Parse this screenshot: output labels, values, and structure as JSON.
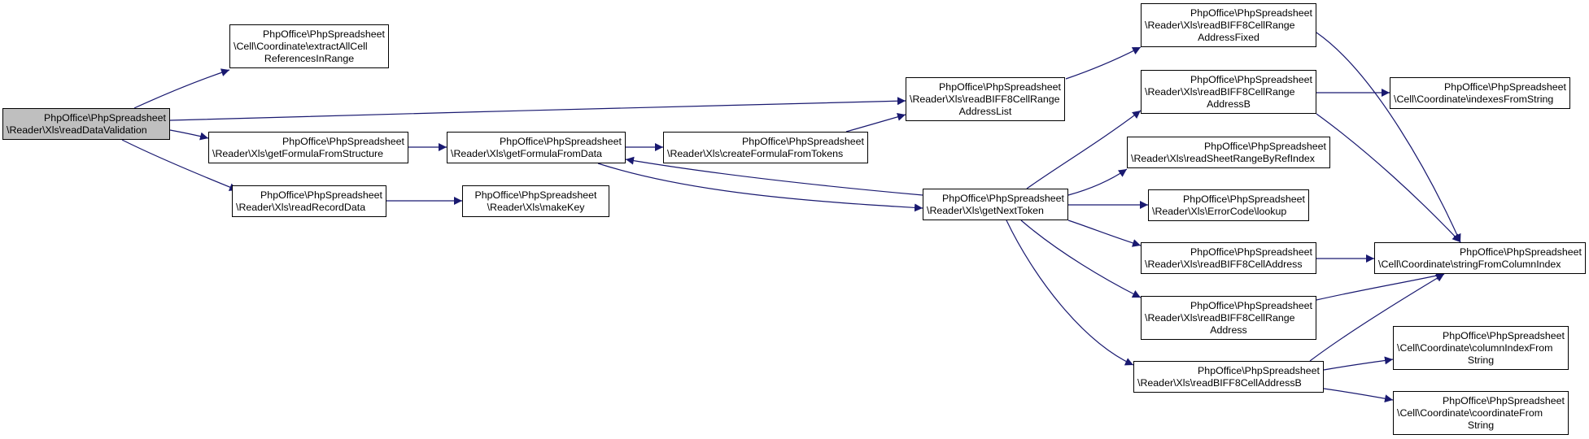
{
  "diagram": {
    "edge_color": "#191970",
    "nodes": [
      {
        "id": "readDataValidation",
        "root": true,
        "lines": [
          "PhpOffice\\PhpSpreadsheet",
          "\\Reader\\Xls\\readDataValidation"
        ]
      },
      {
        "id": "extractAllCellReferencesInRange",
        "lines": [
          "PhpOffice\\PhpSpreadsheet",
          "\\Cell\\Coordinate\\extractAllCell",
          "ReferencesInRange"
        ]
      },
      {
        "id": "getFormulaFromStructure",
        "lines": [
          "PhpOffice\\PhpSpreadsheet",
          "\\Reader\\Xls\\getFormulaFromStructure"
        ]
      },
      {
        "id": "readRecordData",
        "lines": [
          "PhpOffice\\PhpSpreadsheet",
          "\\Reader\\Xls\\readRecordData"
        ]
      },
      {
        "id": "getFormulaFromData",
        "lines": [
          "PhpOffice\\PhpSpreadsheet",
          "\\Reader\\Xls\\getFormulaFromData"
        ]
      },
      {
        "id": "makeKey",
        "lines": [
          "PhpOffice\\PhpSpreadsheet",
          "\\Reader\\Xls\\makeKey"
        ]
      },
      {
        "id": "createFormulaFromTokens",
        "lines": [
          "PhpOffice\\PhpSpreadsheet",
          "\\Reader\\Xls\\createFormulaFromTokens"
        ]
      },
      {
        "id": "readBIFF8CellRangeAddressList",
        "lines": [
          "PhpOffice\\PhpSpreadsheet",
          "\\Reader\\Xls\\readBIFF8CellRange",
          "AddressList"
        ]
      },
      {
        "id": "getNextToken",
        "lines": [
          "PhpOffice\\PhpSpreadsheet",
          "\\Reader\\Xls\\getNextToken"
        ]
      },
      {
        "id": "readBIFF8CellRangeAddressFixed",
        "lines": [
          "PhpOffice\\PhpSpreadsheet",
          "\\Reader\\Xls\\readBIFF8CellRange",
          "AddressFixed"
        ]
      },
      {
        "id": "readBIFF8CellRangeAddressB",
        "lines": [
          "PhpOffice\\PhpSpreadsheet",
          "\\Reader\\Xls\\readBIFF8CellRange",
          "AddressB"
        ]
      },
      {
        "id": "readSheetRangeByRefIndex",
        "lines": [
          "PhpOffice\\PhpSpreadsheet",
          "\\Reader\\Xls\\readSheetRangeByRefIndex"
        ]
      },
      {
        "id": "lookup",
        "lines": [
          "PhpOffice\\PhpSpreadsheet",
          "\\Reader\\Xls\\ErrorCode\\lookup"
        ]
      },
      {
        "id": "readBIFF8CellAddress",
        "lines": [
          "PhpOffice\\PhpSpreadsheet",
          "\\Reader\\Xls\\readBIFF8CellAddress"
        ]
      },
      {
        "id": "readBIFF8CellRangeAddress",
        "lines": [
          "PhpOffice\\PhpSpreadsheet",
          "\\Reader\\Xls\\readBIFF8CellRange",
          "Address"
        ]
      },
      {
        "id": "readBIFF8CellAddressB",
        "lines": [
          "PhpOffice\\PhpSpreadsheet",
          "\\Reader\\Xls\\readBIFF8CellAddressB"
        ]
      },
      {
        "id": "indexesFromString",
        "lines": [
          "PhpOffice\\PhpSpreadsheet",
          "\\Cell\\Coordinate\\indexesFromString"
        ]
      },
      {
        "id": "stringFromColumnIndex",
        "lines": [
          "PhpOffice\\PhpSpreadsheet",
          "\\Cell\\Coordinate\\stringFromColumnIndex"
        ]
      },
      {
        "id": "columnIndexFromString",
        "lines": [
          "PhpOffice\\PhpSpreadsheet",
          "\\Cell\\Coordinate\\columnIndexFrom",
          "String"
        ]
      },
      {
        "id": "coordinateFromString",
        "lines": [
          "PhpOffice\\PhpSpreadsheet",
          "\\Cell\\Coordinate\\coordinateFrom",
          "String"
        ]
      }
    ],
    "edges": [
      [
        "readDataValidation",
        "extractAllCellReferencesInRange"
      ],
      [
        "readDataValidation",
        "readBIFF8CellRangeAddressList"
      ],
      [
        "readDataValidation",
        "getFormulaFromStructure"
      ],
      [
        "readDataValidation",
        "readRecordData"
      ],
      [
        "getFormulaFromStructure",
        "getFormulaFromData"
      ],
      [
        "readRecordData",
        "makeKey"
      ],
      [
        "getFormulaFromData",
        "createFormulaFromTokens"
      ],
      [
        "getFormulaFromData",
        "getNextToken"
      ],
      [
        "createFormulaFromTokens",
        "readBIFF8CellRangeAddressList"
      ],
      [
        "getNextToken",
        "getFormulaFromData"
      ],
      [
        "getNextToken",
        "readBIFF8CellRangeAddressB"
      ],
      [
        "getNextToken",
        "readSheetRangeByRefIndex"
      ],
      [
        "getNextToken",
        "lookup"
      ],
      [
        "getNextToken",
        "readBIFF8CellAddress"
      ],
      [
        "getNextToken",
        "readBIFF8CellRangeAddress"
      ],
      [
        "getNextToken",
        "readBIFF8CellAddressB"
      ],
      [
        "readBIFF8CellRangeAddressList",
        "readBIFF8CellRangeAddressFixed"
      ],
      [
        "readBIFF8CellRangeAddressFixed",
        "stringFromColumnIndex"
      ],
      [
        "readBIFF8CellRangeAddressB",
        "indexesFromString"
      ],
      [
        "readBIFF8CellRangeAddressB",
        "stringFromColumnIndex"
      ],
      [
        "readBIFF8CellAddress",
        "stringFromColumnIndex"
      ],
      [
        "readBIFF8CellRangeAddress",
        "stringFromColumnIndex"
      ],
      [
        "readBIFF8CellAddressB",
        "stringFromColumnIndex"
      ],
      [
        "readBIFF8CellAddressB",
        "columnIndexFromString"
      ],
      [
        "readBIFF8CellAddressB",
        "coordinateFromString"
      ]
    ]
  }
}
